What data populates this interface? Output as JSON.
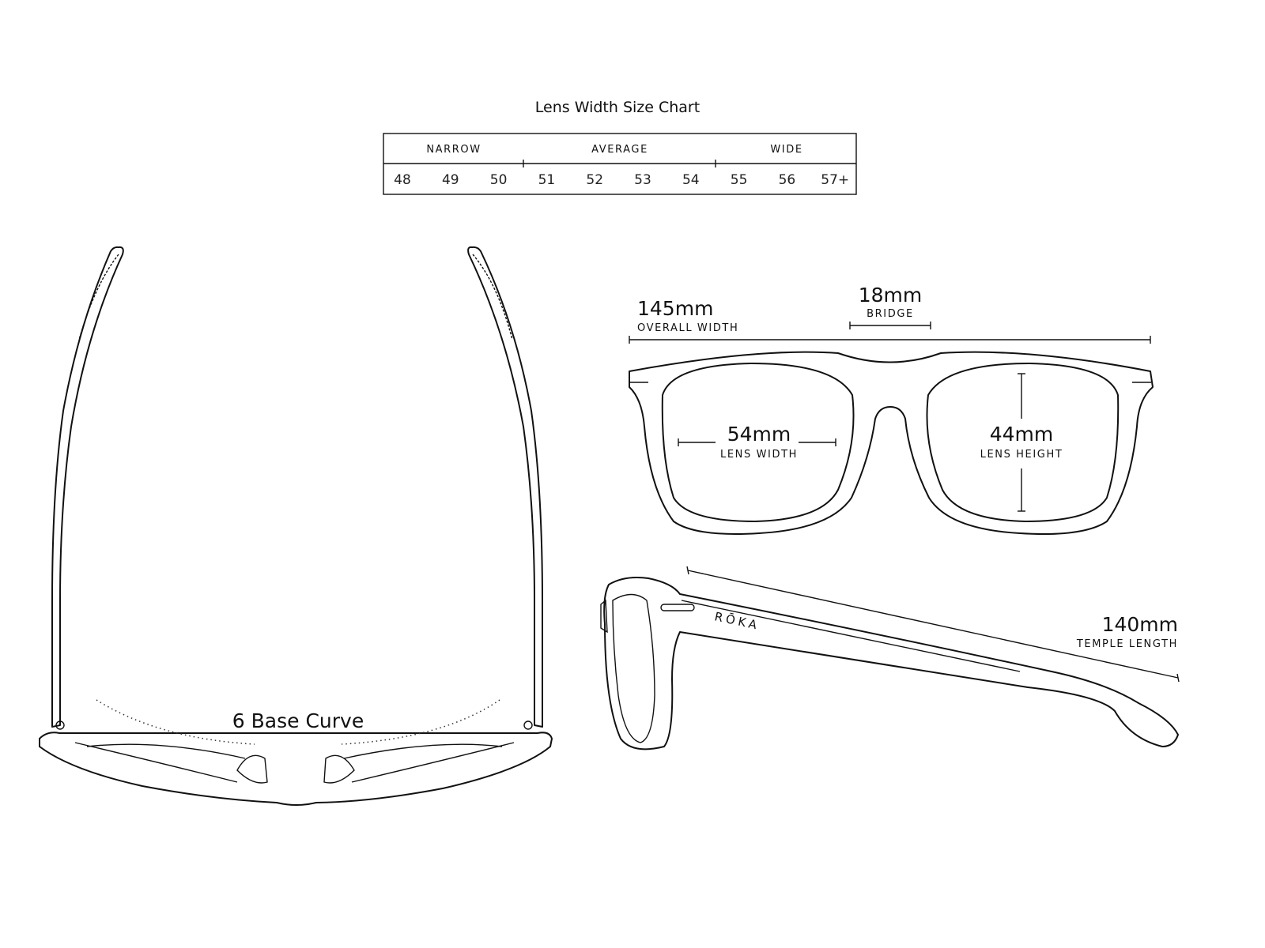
{
  "size_chart": {
    "title": "Lens Width Size Chart",
    "groups": [
      "NARROW",
      "AVERAGE",
      "WIDE"
    ],
    "sizes": [
      "48",
      "49",
      "50",
      "51",
      "52",
      "53",
      "54",
      "55",
      "56",
      "57+"
    ]
  },
  "top_view": {
    "base_curve_label": "6 Base Curve"
  },
  "front_view": {
    "overall_width": {
      "value": "145mm",
      "label": "OVERALL WIDTH"
    },
    "bridge": {
      "value": "18mm",
      "label": "BRIDGE"
    },
    "lens_width": {
      "value": "54mm",
      "label": "LENS WIDTH"
    },
    "lens_height": {
      "value": "44mm",
      "label": "LENS HEIGHT"
    }
  },
  "side_view": {
    "brand": "RŌKA",
    "temple_length": {
      "value": "140mm",
      "label": "TEMPLE LENGTH"
    }
  }
}
